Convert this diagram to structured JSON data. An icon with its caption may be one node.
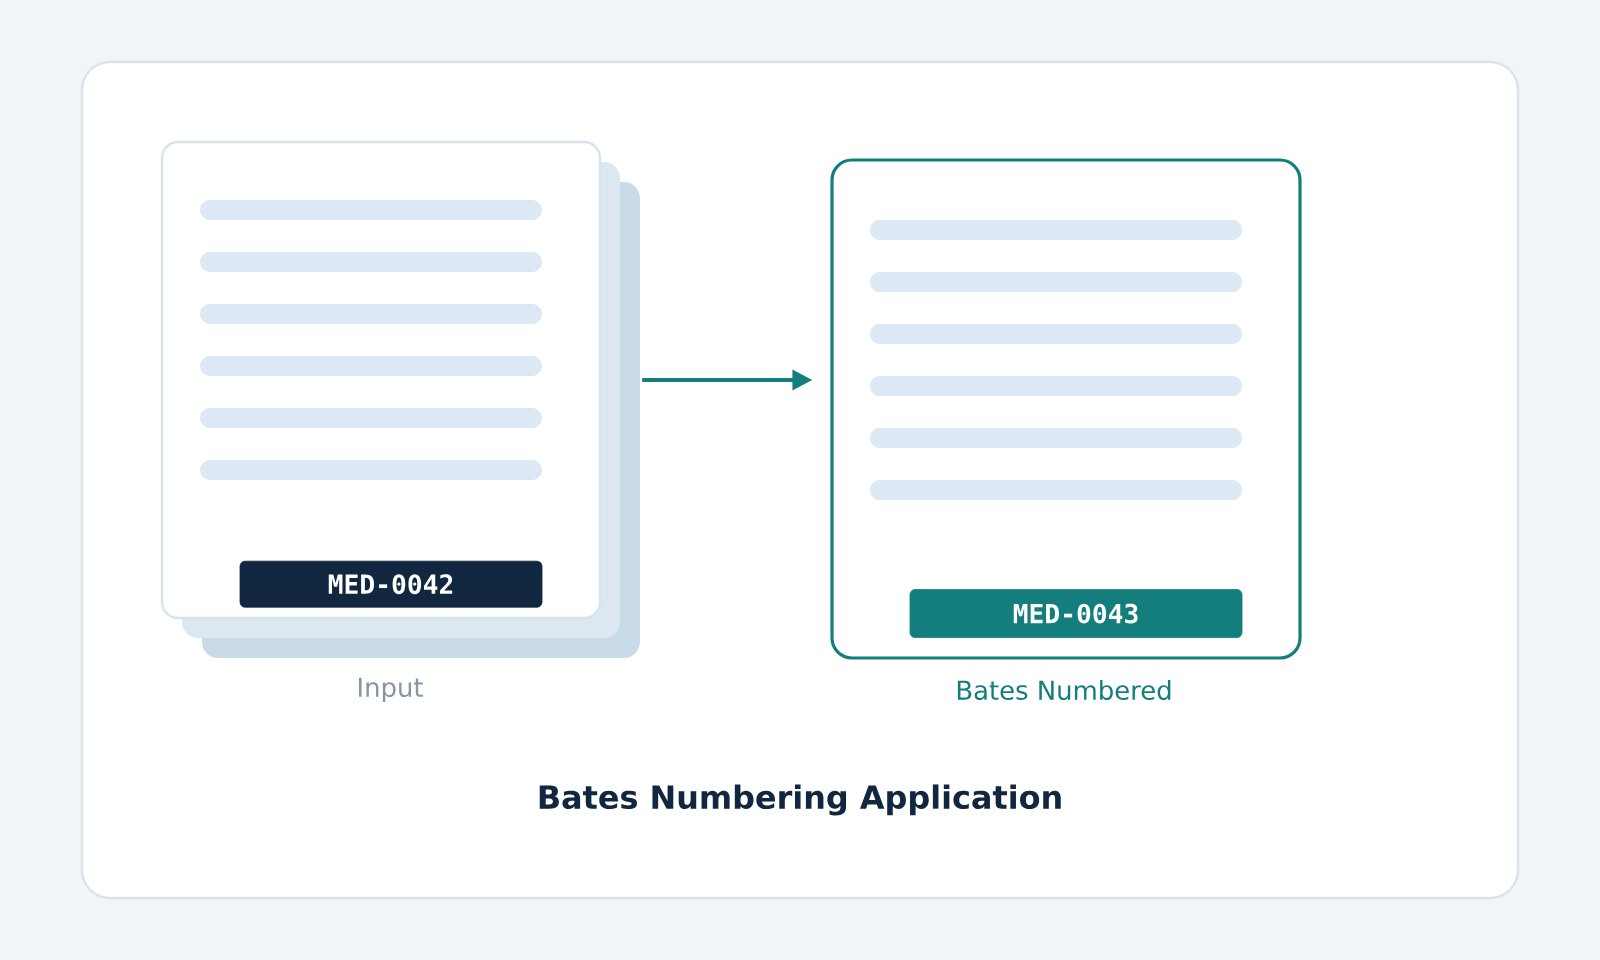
{
  "diagram": {
    "title": "Bates Numbering Application",
    "nodes": [
      {
        "text": [],
        "shape": "box",
        "beside": [
          "Input"
        ]
      },
      {
        "text": [
          "MED-0042"
        ],
        "in": 0
      },
      {
        "text": [],
        "shape": "box",
        "beside": [
          "Bates Numbered"
        ]
      },
      {
        "text": [
          "MED-0043"
        ],
        "in": 2
      }
    ],
    "edges": [
      {
        "from": 0,
        "to": 2,
        "arrow": "to"
      }
    ]
  }
}
